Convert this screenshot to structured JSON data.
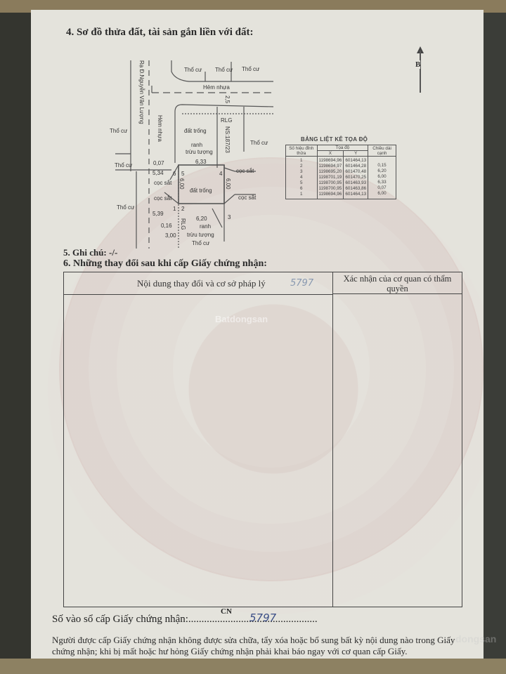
{
  "section4": {
    "title": "4. Sơ đồ thửa đất, tài sản gắn liền với đất:",
    "north_label": "B",
    "labels": {
      "road": "Rạ Đ.Nguyễn Văn Lượng",
      "alley_top": "Hẻm nhựa",
      "alley_left": "Hẻm nhựa",
      "tho_cu": "Thổ cư",
      "dat_trong": "đất trống",
      "ranh": "ranh",
      "truu_tuong": "trừu tượng",
      "rlg": "RLG",
      "ns": "NS:187/23",
      "coc_sat": "cọc sắt",
      "dim_2_5": "2,5",
      "dim_0_07": "0,07",
      "dim_5_34": "5,34",
      "dim_6_33": "6,33",
      "dim_6_00_left": "6,00",
      "dim_6_00_right": "6,00",
      "dim_5_39": "5,39",
      "dim_0_16": "0,16",
      "dim_6_20": "6,20",
      "dim_3_00": "3,00",
      "pt1": "1",
      "pt2": "2",
      "pt3": "3",
      "pt4": "4",
      "pt5": "5",
      "pt6": "6"
    },
    "coord_table": {
      "title": "BẢNG LIỆT KÊ TỌA ĐỘ",
      "col_vertex": "Số hiệu đỉnh thửa",
      "col_coord": "Tọa độ",
      "col_x": "X",
      "col_y": "Y",
      "col_length": "Chiều dài cạnh",
      "rows": [
        {
          "pt": "1",
          "x": "1198694,96",
          "y": "601464,13"
        },
        {
          "pt": "2",
          "x": "1198694,97",
          "y": "601464,28"
        },
        {
          "pt": "3",
          "x": "1198695,20",
          "y": "601470,48"
        },
        {
          "pt": "4",
          "x": "1198701,19",
          "y": "601470,25"
        },
        {
          "pt": "5",
          "x": "1198700,95",
          "y": "601463,93"
        },
        {
          "pt": "6",
          "x": "1198700,95",
          "y": "601463,86"
        },
        {
          "pt": "1",
          "x": "1198694,96",
          "y": "601464,13"
        }
      ],
      "lengths": [
        "0,15",
        "6,20",
        "6,00",
        "6,33",
        "0,07",
        "6,00"
      ]
    }
  },
  "section5": {
    "text": "5. Ghi chú: -/-"
  },
  "section6": {
    "title": "6. Những thay đổi sau khi cấp Giấy chứng nhận:",
    "col_content": "Nội dung thay đổi và cơ sở pháp lý",
    "col_confirm": "Xác nhận của cơ quan có thẩm quyền",
    "handwritten": "5797"
  },
  "footer": {
    "cert_label": "Số vào sổ cấp Giấy chứng nhận:.................................................",
    "cn": "CN",
    "cert_number": "5797",
    "warning": "Người được cấp Giấy chứng nhận không được sửa chữa, tẩy xóa hoặc bổ sung bất kỳ nội dung nào trong Giấy chứng nhận; khi bị mất hoặc hư hỏng Giấy chứng nhận phải khai báo ngay với cơ quan cấp Giấy."
  },
  "watermark": {
    "center": "Batdongsan",
    "corner": "dongsan"
  }
}
